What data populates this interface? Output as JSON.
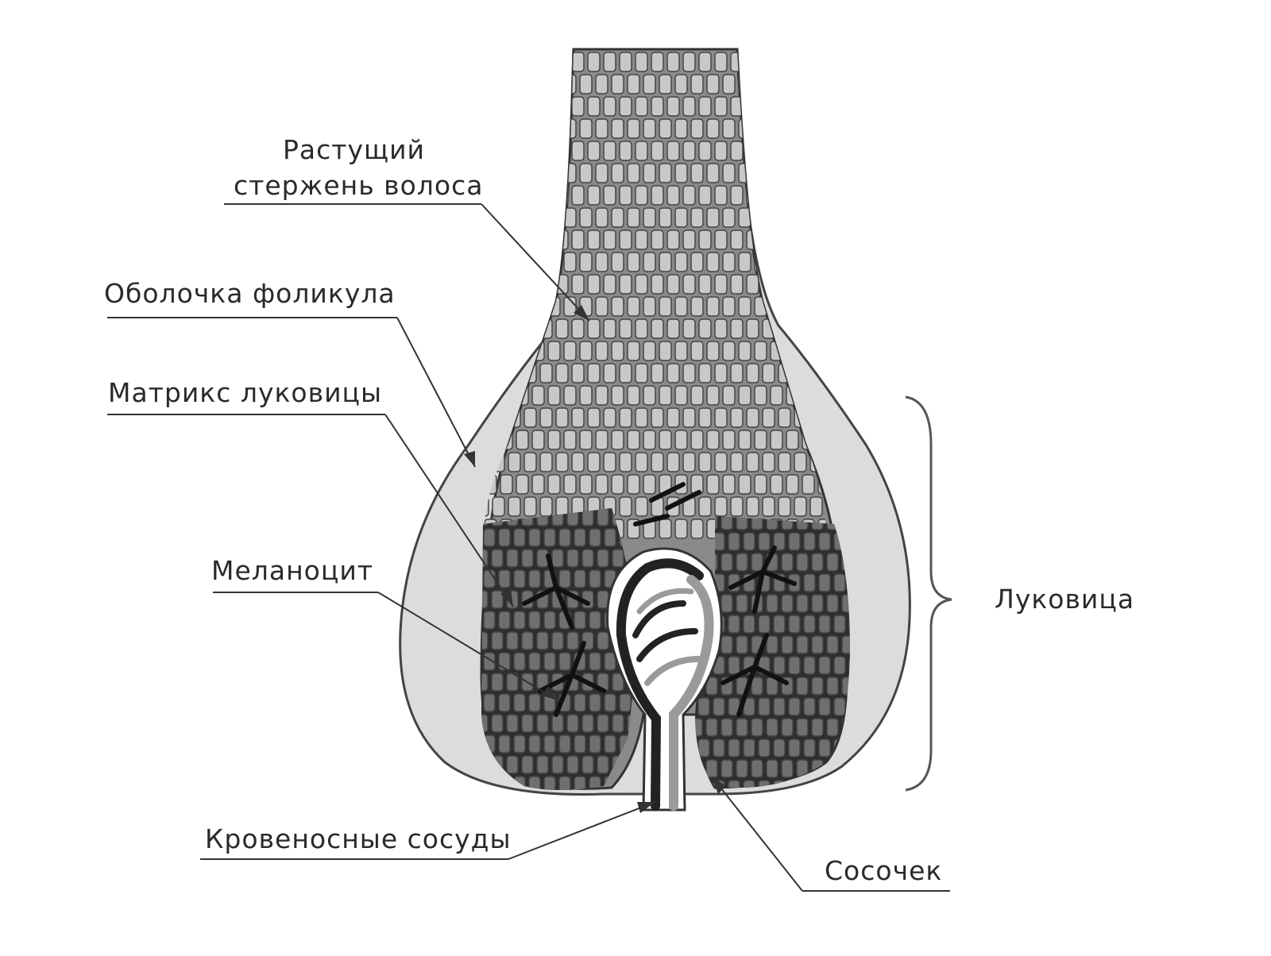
{
  "labels": {
    "shaft_line1": "Растущий",
    "shaft_line2": "стержень волоса",
    "follicle_sheath": "Оболочка фоликула",
    "bulb_matrix": "Матрикс луковицы",
    "melanocyte": "Меланоцит",
    "blood_vessels": "Кровеносные сосуды",
    "papilla": "Сосочек",
    "bulb": "Луковица"
  },
  "colors": {
    "sheath_fill": "#dcdcdc",
    "cell_fill_light": "#c8c8c8",
    "cell_fill_dark": "#6f6f6f",
    "matrix_bg": "#2e2e2e",
    "line": "#333333"
  }
}
